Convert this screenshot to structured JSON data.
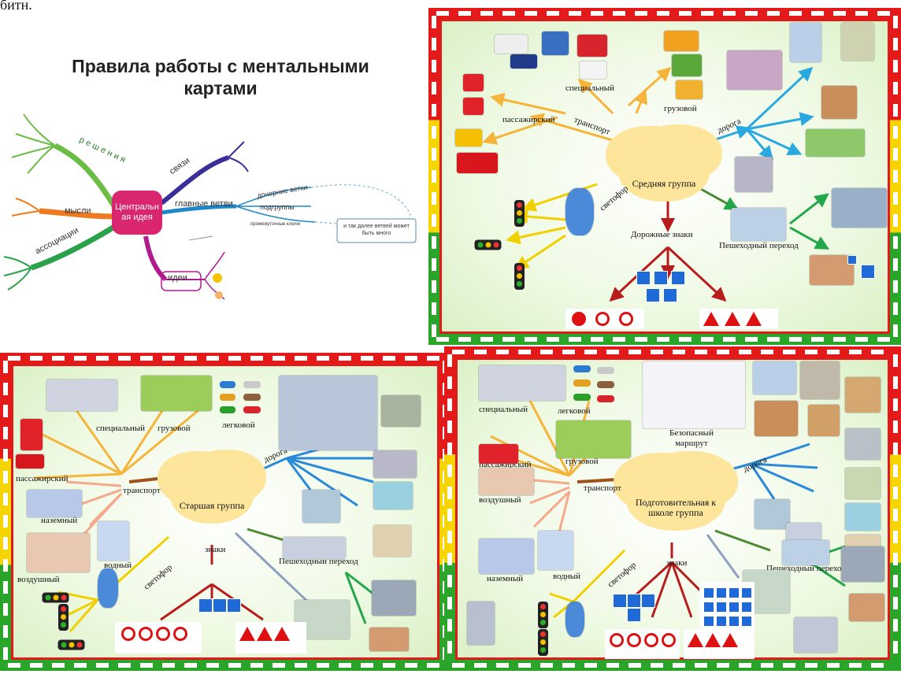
{
  "top_clip": "битн.",
  "mind_rules": {
    "title": "Правила работы с ментальными картами",
    "center": "Центральн ая идея",
    "branches": [
      "решения",
      "мысли",
      "ассоциации",
      "связи",
      "главные ветви",
      "идеи"
    ],
    "sub_branches": [
      "дочерние ветки",
      "подгруппы",
      "промежуточные ключи"
    ],
    "note": "и так далее ветвей может быть много"
  },
  "map_middle": {
    "center": "Средняя группа",
    "labels": {
      "transport": "транспорт",
      "special": "специальный",
      "cargo": "грузовой",
      "passenger": "пассажирский",
      "road": "дорога",
      "traffic_light": "светофор",
      "road_signs": "Дорожные знаки",
      "crossing": "Пешеходный переход"
    }
  },
  "map_senior": {
    "center": "Старшая группа",
    "labels": {
      "special": "специальный",
      "cargo": "грузовой",
      "car": "легковой",
      "passenger": "пассажирский",
      "transport": "транспорт",
      "ground": "наземный",
      "water": "водный",
      "air": "воздушный",
      "traffic_light": "светофор",
      "signs": "знаки",
      "road": "дорога",
      "crossing": "Пешеходный переход"
    }
  },
  "map_prep": {
    "center": "Подготовительная к школе группа",
    "labels": {
      "special": "специальный",
      "car": "легковой",
      "safe_route": "Безопасный маршрут",
      "cargo": "грузовой",
      "passenger": "пассажирский",
      "air": "воздушный",
      "transport": "транспорт",
      "road": "дорога",
      "ground": "наземный",
      "water": "водный",
      "traffic_light": "светофор",
      "signs": "знаки",
      "crossing": "Пешеходный переход"
    }
  },
  "colors": {
    "frame_red": "#e21a1a",
    "frame_green": "#2aa52a",
    "frame_yellow": "#f5d400",
    "cloud": "#fde59b"
  }
}
